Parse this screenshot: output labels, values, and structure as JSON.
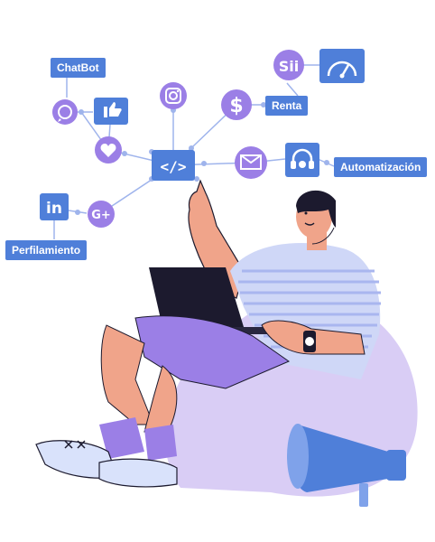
{
  "labels": {
    "chatbot": "ChatBot",
    "renta": "Renta",
    "automatizacion": "Automatización",
    "perfilamiento": "Perfilamiento",
    "sii": "Sii",
    "code": "</>"
  },
  "colors": {
    "blue": "#4f7fd9",
    "purple": "#9b7fe6",
    "lavender": "#d9cdf5",
    "skin": "#f0a48a",
    "shirt": "#cfd7f7",
    "dark": "#1c1a2e"
  },
  "icons": [
    "whatsapp-icon",
    "thumbs-up-icon",
    "heart-icon",
    "instagram-icon",
    "dollar-icon",
    "code-icon",
    "mail-icon",
    "headset-icon",
    "linkedin-icon",
    "google-plus-icon",
    "sii-icon",
    "speedometer-icon",
    "megaphone-icon"
  ]
}
